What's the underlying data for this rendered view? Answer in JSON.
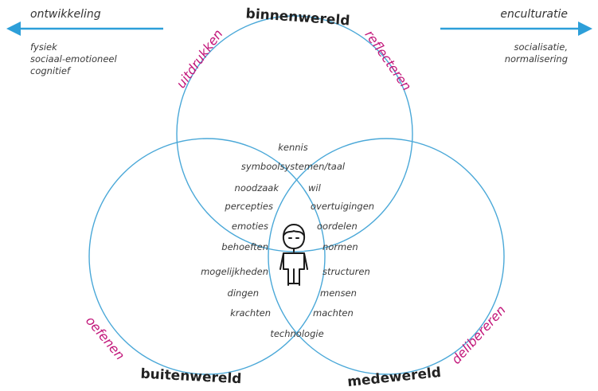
{
  "colors": {
    "circle": "#4aa8d8",
    "arrow": "#2d9fd9",
    "verb": "#c2167a",
    "text": "#3a3a3a",
    "world": "#222222"
  },
  "left": {
    "title": "ontwikkeling",
    "lines": [
      "fysiek",
      "sociaal-emotioneel",
      "cognitief"
    ]
  },
  "right": {
    "title": "enculturatie",
    "lines": [
      "socialisatie,",
      "normalisering"
    ]
  },
  "worlds": {
    "inner": "binnenwereld",
    "outer": "buitenwereld",
    "shared": "medewereld"
  },
  "verbs": {
    "express": "uitdrukken",
    "reflect": "reflecteren",
    "practice": "oefenen",
    "deliberate": "delibereren"
  },
  "center_terms": [
    "kennis",
    "symboolsystemen/taal"
  ],
  "left_terms": [
    "noodzaak",
    "percepties",
    "emoties",
    "behoeften",
    "mogelijkheden",
    "dingen",
    "krachten"
  ],
  "right_terms": [
    "wil",
    "overtuigingen",
    "oordelen",
    "normen",
    "structuren",
    "mensen",
    "machten"
  ],
  "bottom_term": "technologie",
  "person_icon": "person-icon"
}
